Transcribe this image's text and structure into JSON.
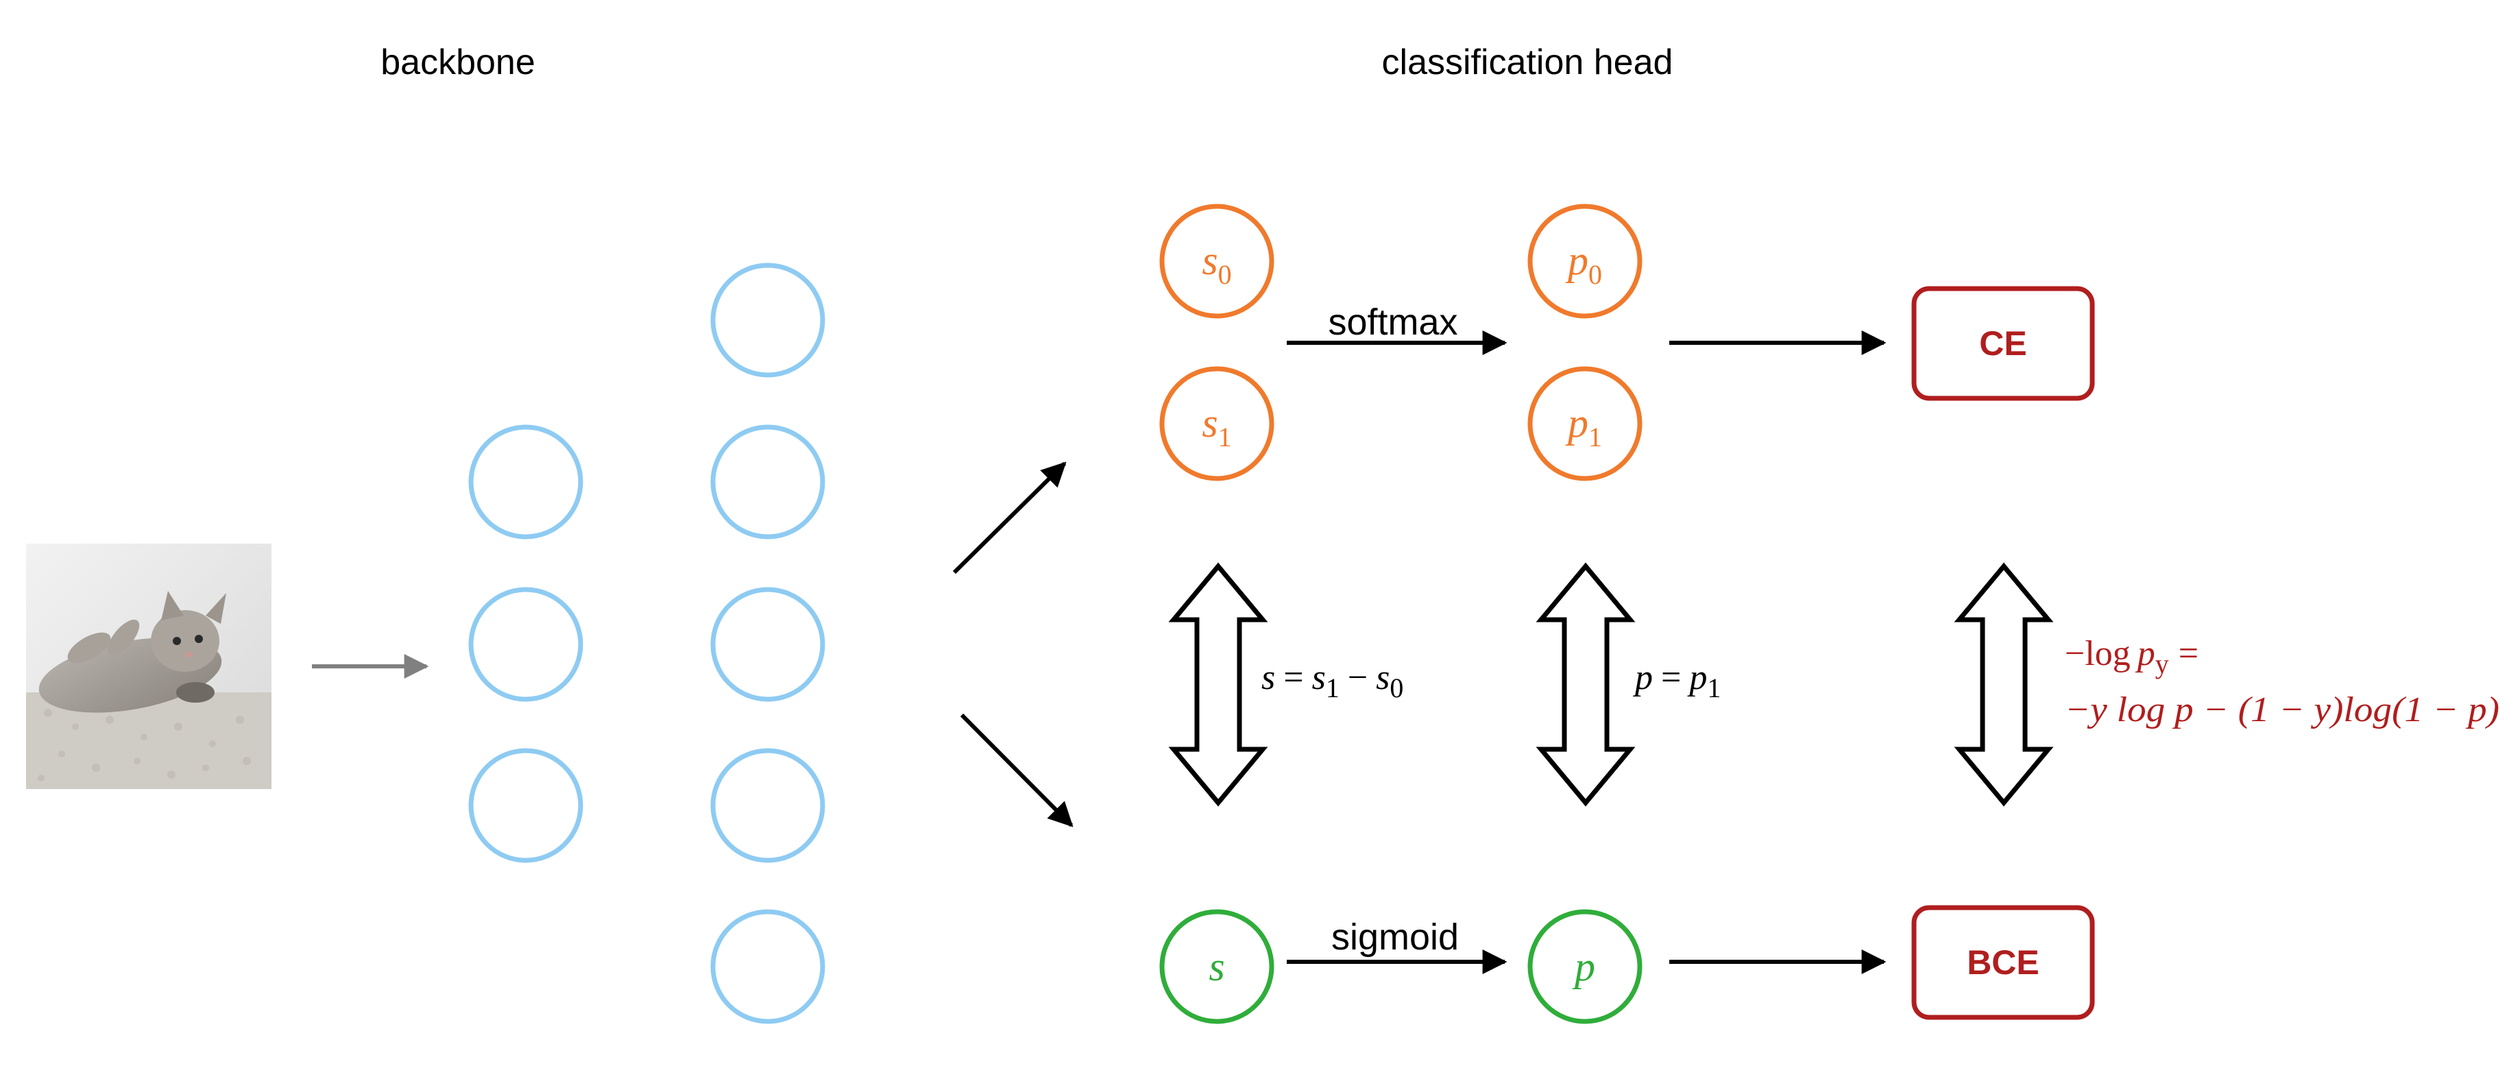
{
  "colors": {
    "backbone_node": "#8ecbf2",
    "binary_node": "#f07a2c",
    "single_node": "#2fad3a",
    "loss": "#b01e1e",
    "arrow": "#000000",
    "input_arrow": "#808080"
  },
  "titles": {
    "backbone": "backbone",
    "classification_head": "classification head"
  },
  "input_image": {
    "icon": "kitten-photo"
  },
  "two_logit_head": {
    "score_0": {
      "symbol": "s",
      "subscript": "0"
    },
    "score_1": {
      "symbol": "s",
      "subscript": "1"
    },
    "prob_0": {
      "symbol": "p",
      "subscript": "0"
    },
    "prob_1": {
      "symbol": "p",
      "subscript": "1"
    },
    "activation": "softmax",
    "loss": "CE"
  },
  "one_logit_head": {
    "score": {
      "symbol": "s"
    },
    "prob": {
      "symbol": "p"
    },
    "activation": "sigmoid",
    "loss": "BCE"
  },
  "equivalences": {
    "score": {
      "lhs": "s",
      "mid": "s",
      "mid_sub": "1",
      "minus": "−",
      "rhs": "s",
      "rhs_sub": "0",
      "eq": "="
    },
    "prob": {
      "lhs": "p",
      "rhs": "p",
      "rhs_sub": "1",
      "eq": "="
    },
    "loss": {
      "line1_a": "−log",
      "line1_p": "p",
      "line1_sub": "y",
      "line1_eq": "=",
      "line2": "−y log p − (1 − y)log(1 − p)"
    }
  }
}
